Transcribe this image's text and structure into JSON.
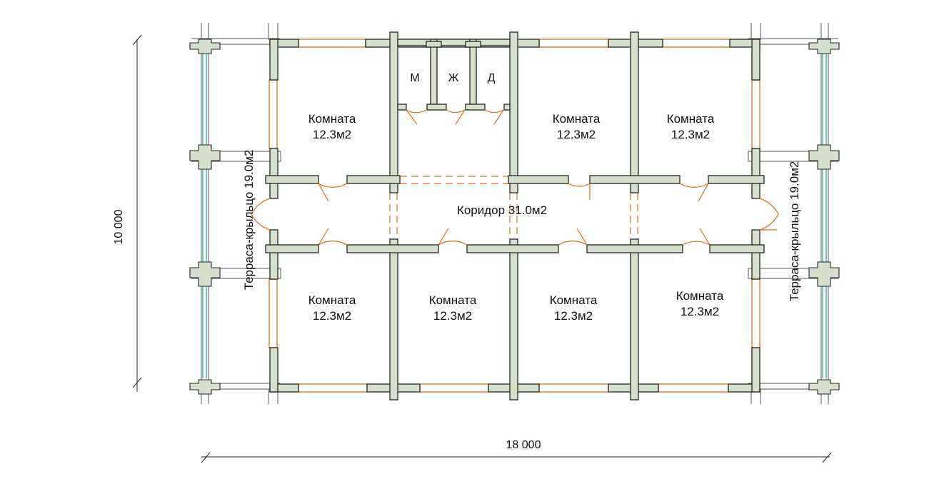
{
  "rooms": {
    "room_top_left": {
      "name": "Комната",
      "area": "12.3м2"
    },
    "room_top_mid": {
      "name": "Комната",
      "area": "12.3м2"
    },
    "room_top_right": {
      "name": "Комната",
      "area": "12.3м2"
    },
    "room_bottom_1": {
      "name": "Комната",
      "area": "12.3м2"
    },
    "room_bottom_2": {
      "name": "Комната",
      "area": "12.3м2"
    },
    "room_bottom_3": {
      "name": "Комната",
      "area": "12.3м2"
    },
    "room_bottom_4": {
      "name": "Комната",
      "area": "12.3м2"
    }
  },
  "wc": {
    "men": "М",
    "women": "Ж",
    "kids": "Д"
  },
  "corridor": "Коридор 31.0м2",
  "terrace_left": "Терраса-крыльцо 19.0м2",
  "terrace_right": "Терраса-крыльцо 19.0м2",
  "dimensions": {
    "width": "18 000",
    "height": "10 000"
  },
  "colors": {
    "wall_fill": "#d7dfcf",
    "outline": "#20281c",
    "window": "#e06c1a",
    "terrace_glass": "#2a9a96"
  }
}
